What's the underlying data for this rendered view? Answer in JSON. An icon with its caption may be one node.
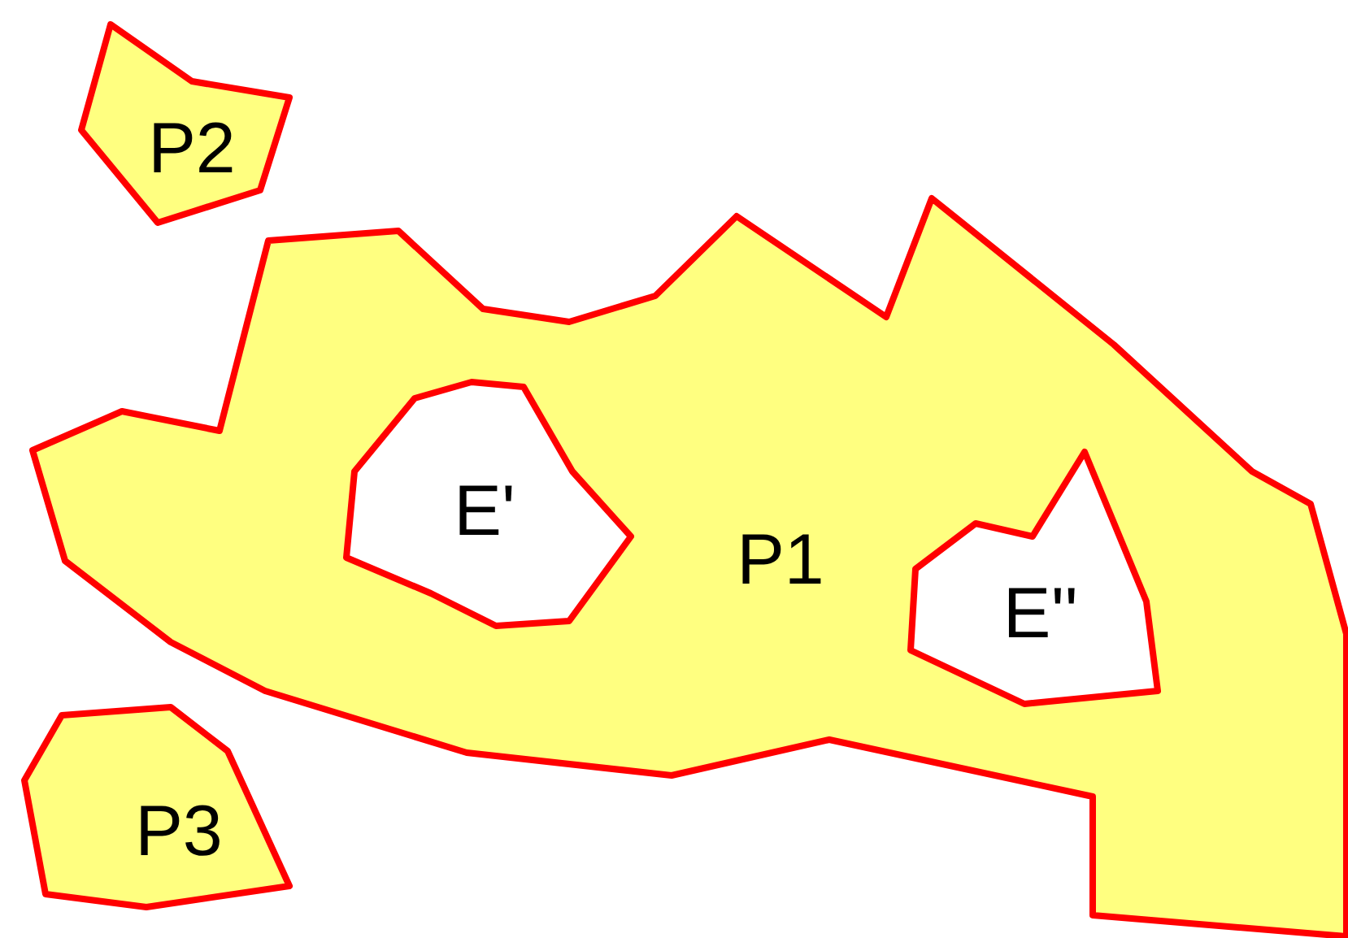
{
  "diagram": {
    "nodes": [
      {
        "text": [
          "P2"
        ]
      },
      {
        "text": [
          "P1"
        ]
      },
      {
        "text": [
          "E'"
        ],
        "in": 1
      },
      {
        "text": [
          "E''"
        ],
        "in": 1
      },
      {
        "text": [
          "P3"
        ]
      }
    ]
  }
}
